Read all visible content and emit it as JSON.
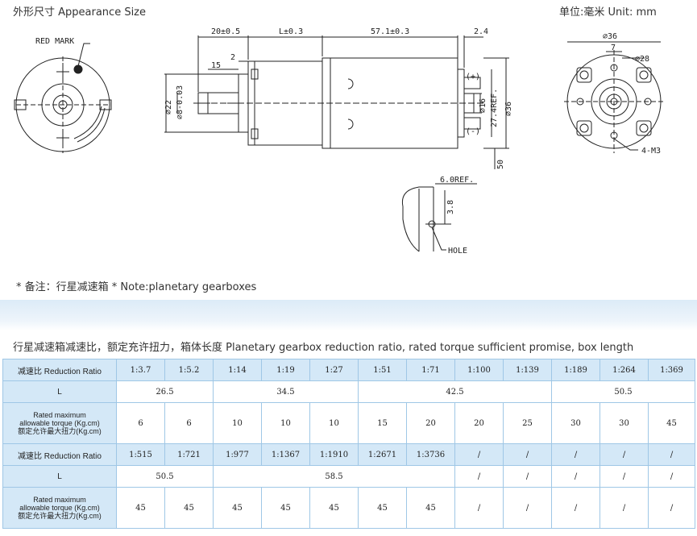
{
  "header": {
    "size_title": "外形尺寸 Appearance Size",
    "unit": "单位:毫米  Unit: mm"
  },
  "drawing": {
    "red_mark": "RED MARK",
    "dim_20": "20±0.5",
    "dim_L": "L±0.3",
    "dim_57": "57.1±0.3",
    "dim_2_4": "2.4",
    "dim_15": "15",
    "dim_2": "2",
    "dim_d22": "⌀22",
    "dim_d8": "⌀8-0.03",
    "dim_d16": "⌀16",
    "dim_27": "27.4REF.",
    "dim_d36_side": "⌀36",
    "plus": "(+)",
    "minus": "(-)",
    "dim_50": "50",
    "dim_6ref": "6.0REF.",
    "dim_3_8": "3.8",
    "hole": "HOLE",
    "dim_d36_front": "⌀36",
    "dim_7": "7",
    "dim_d28": "⌀28",
    "screw": "4-M3"
  },
  "note": "* 备注：行星减速箱 *  Note:planetary gearboxes",
  "table_title": "行星减速箱减速比，额定充许扭力，箱体长度    Planetary gearbox reduction ratio, rated torque sufficient promise, box length",
  "table": {
    "ratio_label": "减速比   Reduction Ratio",
    "l_label": "L",
    "torque_label_1": "Rated maximum",
    "torque_label_2": "allowable torque (Kg.cm)",
    "torque_label_3": "额定允许最大扭力(Kg.cm)",
    "row1_ratios": [
      "1:3.7",
      "1:5.2",
      "1:14",
      "1:19",
      "1:27",
      "1:51",
      "1:71",
      "1:100",
      "1:139",
      "1:189",
      "1:264",
      "1:369"
    ],
    "row1_L": [
      "26.5",
      "34.5",
      "42.5",
      "50.5"
    ],
    "row1_torque": [
      "6",
      "6",
      "10",
      "10",
      "10",
      "15",
      "20",
      "20",
      "25",
      "30",
      "30",
      "45"
    ],
    "row2_ratios": [
      "1:515",
      "1:721",
      "1:977",
      "1:1367",
      "1:1910",
      "1:2671",
      "1:3736",
      "/",
      "/",
      "/",
      "/",
      "/"
    ],
    "row2_L": [
      "50.5",
      "58.5",
      "/",
      "/",
      "/",
      "/",
      "/"
    ],
    "row2_torque": [
      "45",
      "45",
      "45",
      "45",
      "45",
      "45",
      "45",
      "/",
      "/",
      "/",
      "/",
      "/"
    ]
  }
}
